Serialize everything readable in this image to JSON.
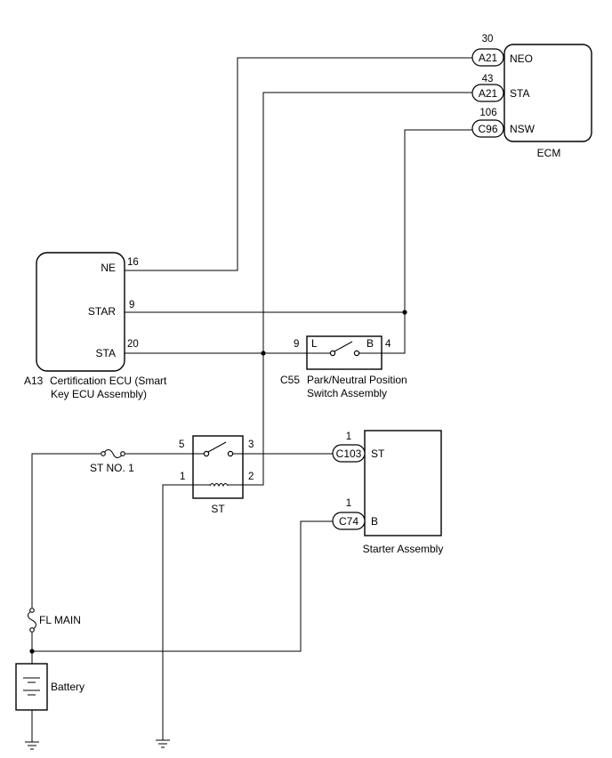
{
  "components": {
    "ecm": {
      "name": "ECM",
      "pins": [
        {
          "connector": "A21",
          "number": "30",
          "label": "NEO"
        },
        {
          "connector": "A21",
          "number": "43",
          "label": "STA"
        },
        {
          "connector": "C96",
          "number": "106",
          "label": "NSW"
        }
      ]
    },
    "cert_ecu": {
      "code": "A13",
      "name_line1": "Certification ECU (Smart",
      "name_line2": "Key ECU Assembly)",
      "pins": [
        {
          "label": "NE",
          "number": "16"
        },
        {
          "label": "STAR",
          "number": "9"
        },
        {
          "label": "STA",
          "number": "20"
        }
      ]
    },
    "pnp_switch": {
      "code": "C55",
      "name_line1": "Park/Neutral Position",
      "name_line2": "Switch Assembly",
      "left_terminal": "L",
      "right_terminal": "B",
      "left_pin": "9",
      "right_pin": "4"
    },
    "st_relay": {
      "name": "ST",
      "pin_contact_in": "5",
      "pin_contact_out": "3",
      "pin_coil_in": "1",
      "pin_coil_out": "2"
    },
    "starter": {
      "name": "Starter Assembly",
      "pins": [
        {
          "connector": "C103",
          "number": "1",
          "label": "ST"
        },
        {
          "connector": "C74",
          "number": "1",
          "label": "B"
        }
      ]
    },
    "fuses": {
      "st_no1": "ST NO. 1",
      "fl_main": "FL MAIN"
    },
    "battery": {
      "name": "Battery"
    }
  }
}
